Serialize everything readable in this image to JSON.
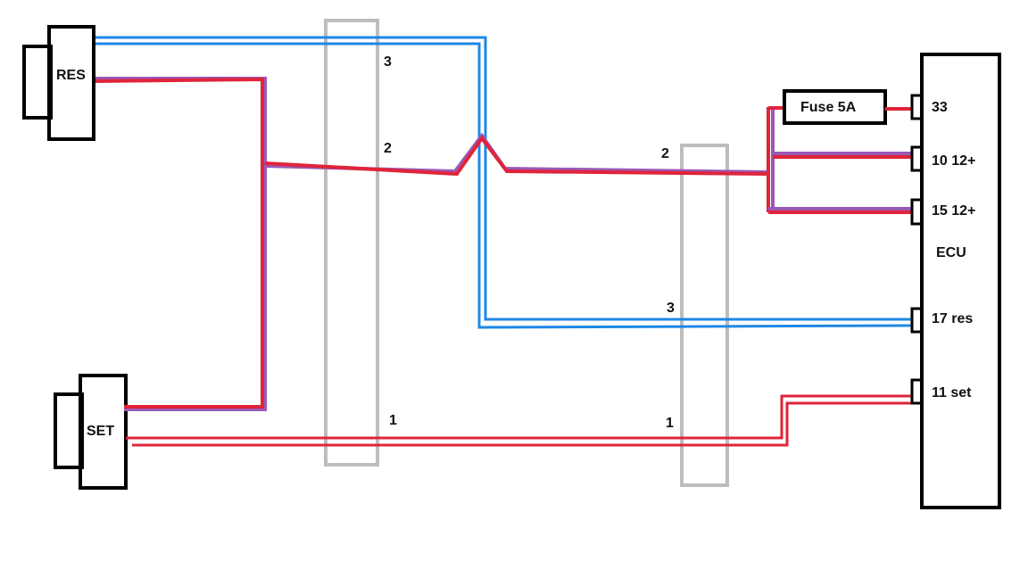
{
  "colors": {
    "blue": "#1e88e5",
    "red": "#e0243a",
    "purple": "#9b59b6",
    "grey": "#bdbdbd",
    "black": "#000000"
  },
  "components": {
    "res_switch": "RES",
    "set_switch": "SET",
    "fuse": "Fuse 5A",
    "ecu": "ECU"
  },
  "ecu_pins": {
    "p33": "33",
    "p10": "10 12+",
    "p15": "15 12+",
    "p17": "17 res",
    "p11": "11 set"
  },
  "wire_numbers": {
    "c1_top": "3",
    "c1_mid": "2",
    "c1_bottom": "1",
    "c2_top": "2",
    "c2_mid": "3",
    "c2_bottom": "1"
  }
}
